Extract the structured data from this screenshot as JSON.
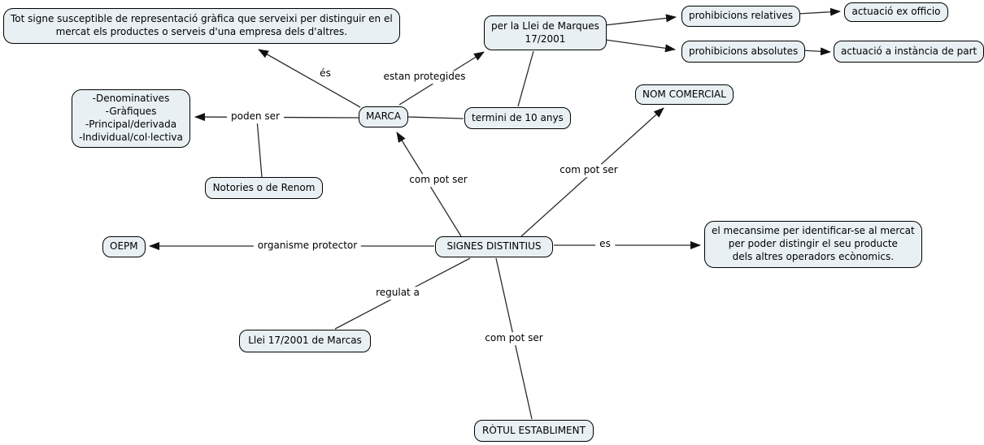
{
  "diagram": {
    "title": "Concept map: SIGNES DISTINTIUS",
    "colors": {
      "background": "#ffffff",
      "node_fill": "#e8f0f3",
      "node_border": "#000000",
      "line": "#2b2b2b",
      "text": "#000000"
    },
    "nodes": {
      "tot_signe": {
        "label": "Tot signe susceptible de representació gràfica que serveixi per distinguir en el\nmercat els productes o serveis d'una empresa dels d'altres."
      },
      "per_la_llei": {
        "label": "per la Llei de Marques\n17/2001"
      },
      "prohibicions_relatives": {
        "label": "prohibicions relatives"
      },
      "prohibicions_absolutes": {
        "label": "prohibicions absolutes"
      },
      "actuacio_ex_officio": {
        "label": "actuació ex officio"
      },
      "actuacio_instancia": {
        "label": "actuació a instància de part"
      },
      "nom_comercial": {
        "label": "NOM COMERCIAL"
      },
      "marca": {
        "label": "MARCA"
      },
      "termini": {
        "label": "termini de 10 anys"
      },
      "tipus_marca": {
        "label": "-Denominatives\n-Gràfiques\n-Principal/derivada\n-Individual/col·lectiva"
      },
      "notories": {
        "label": "Notories o de Renom"
      },
      "oepm": {
        "label": "OEPM"
      },
      "signes_distintius": {
        "label": "SIGNES DISTINTIUS"
      },
      "mecansime": {
        "label": "el mecansime per identificar-se al mercat\nper poder distingir el seu producte\ndels altres operadors ecònomics."
      },
      "llei_marcas": {
        "label": "Llei 17/2001 de Marcas"
      },
      "rotul": {
        "label": "RÒTUL ESTABLIMENT"
      }
    },
    "edge_labels": {
      "es_def": "és",
      "estan_protegides": "estan protegides",
      "poden_ser": "poden ser",
      "com_pot_ser_marca": "com pot ser",
      "com_pot_ser_nom": "com pot ser",
      "es": "es",
      "organisme_protector": "organisme protector",
      "regulat_a": "regulat a",
      "com_pot_ser_rotul": "com pot ser"
    },
    "edges": [
      {
        "from": "marca",
        "label": "és",
        "to": "tot_signe",
        "arrow": true
      },
      {
        "from": "marca",
        "label": "estan protegides",
        "to": "per_la_llei",
        "arrow": true
      },
      {
        "from": "marca",
        "label": "poden ser",
        "to": "tipus_marca",
        "arrow": true
      },
      {
        "from": "notories",
        "label": "poden ser",
        "to": "marca",
        "arrow": false
      },
      {
        "from": "marca",
        "label": "",
        "to": "termini",
        "arrow": false
      },
      {
        "from": "per_la_llei",
        "label": "",
        "to": "termini",
        "arrow": false
      },
      {
        "from": "per_la_llei",
        "label": "",
        "to": "prohibicions_relatives",
        "arrow": true
      },
      {
        "from": "per_la_llei",
        "label": "",
        "to": "prohibicions_absolutes",
        "arrow": true
      },
      {
        "from": "prohibicions_relatives",
        "label": "",
        "to": "actuacio_ex_officio",
        "arrow": true
      },
      {
        "from": "prohibicions_absolutes",
        "label": "",
        "to": "actuacio_instancia",
        "arrow": true
      },
      {
        "from": "signes_distintius",
        "label": "com pot ser",
        "to": "marca",
        "arrow": true
      },
      {
        "from": "signes_distintius",
        "label": "com pot ser",
        "to": "nom_comercial",
        "arrow": true
      },
      {
        "from": "signes_distintius",
        "label": "organisme protector",
        "to": "oepm",
        "arrow": true
      },
      {
        "from": "signes_distintius",
        "label": "es",
        "to": "mecansime",
        "arrow": true
      },
      {
        "from": "signes_distintius",
        "label": "regulat a",
        "to": "llei_marcas",
        "arrow": false
      },
      {
        "from": "signes_distintius",
        "label": "com pot ser",
        "to": "rotul",
        "arrow": false
      }
    ]
  }
}
